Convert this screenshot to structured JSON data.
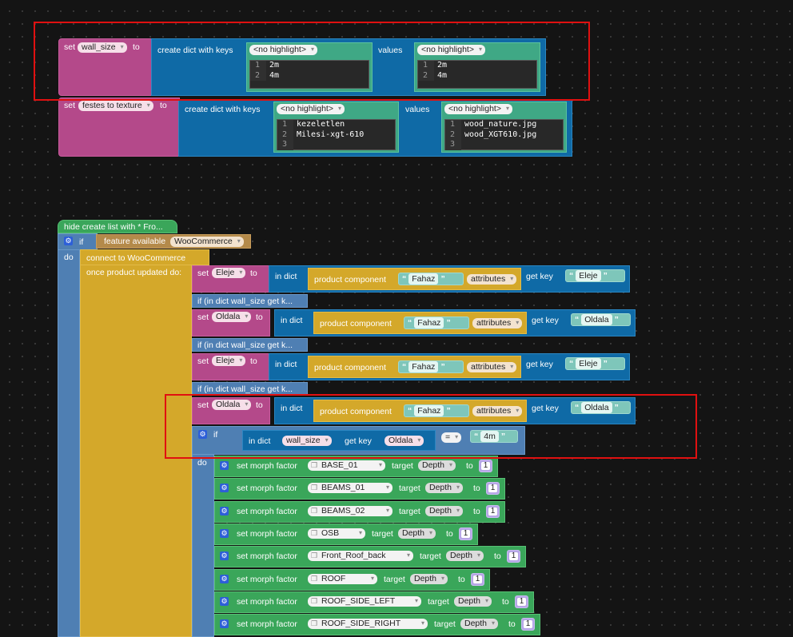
{
  "top_blocks": {
    "set1": {
      "set_label": "set",
      "var": "wall_size",
      "to_label": "to",
      "create_dict": "create dict with keys",
      "highlight": "<no highlight>",
      "keys": [
        "2m",
        "4m"
      ],
      "values_label": "values",
      "values": [
        "2m",
        "4m"
      ]
    },
    "set2": {
      "set_label": "set",
      "var": "festes to texture",
      "to_label": "to",
      "create_dict": "create dict with keys",
      "highlight": "<no highlight>",
      "keys": [
        "kezeletlen",
        "Milesi-xgt-610",
        ""
      ],
      "values_label": "values",
      "values": [
        "wood_nature.jpg",
        "wood_XGT610.jpg",
        ""
      ]
    }
  },
  "main": {
    "hat": "hide create list with * Fro...",
    "if_label": "if",
    "feature_label": "feature available",
    "feature_value": "WooCommerce",
    "do_label": "do",
    "connect_label": "connect to WooCommerce",
    "once_label": "once product updated do:",
    "sets": [
      {
        "var": "Eleje",
        "key": "Eleje"
      },
      {
        "var": "Oldala",
        "key": "Oldala"
      },
      {
        "var": "Eleje",
        "key": "Eleje"
      },
      {
        "var": "Oldala",
        "key": "Oldala"
      }
    ],
    "set_label": "set",
    "to_label": "to",
    "in_dict": "in dict",
    "product_component": "product component",
    "product_name": "Fahaz",
    "attributes": "attributes",
    "get_key": "get key",
    "if_collapsed": "if (in dict wall_size get k...",
    "cond": {
      "if_label": "if",
      "in_dict": "in dict",
      "dict": "wall_size",
      "get_key": "get key",
      "key": "Oldala",
      "op": "=",
      "value": "4m"
    },
    "do2_label": "do",
    "morph_label": "set morph factor",
    "target_label": "target",
    "to2_label": "to",
    "morphs": [
      {
        "name": "BASE_01",
        "target": "Depth",
        "value": "1"
      },
      {
        "name": "BEAMS_01",
        "target": "Depth",
        "value": "1"
      },
      {
        "name": "BEAMS_02",
        "target": "Depth",
        "value": "1"
      },
      {
        "name": "OSB",
        "target": "Depth",
        "value": "1"
      },
      {
        "name": "Front_Roof_back",
        "target": "Depth",
        "value": "1"
      },
      {
        "name": "ROOF",
        "target": "Depth",
        "value": "1"
      },
      {
        "name": "ROOF_SIDE_LEFT",
        "target": "Depth",
        "value": "1"
      },
      {
        "name": "ROOF_SIDE_RIGHT",
        "target": "Depth",
        "value": "1"
      }
    ]
  },
  "colors": {
    "highlight_box": "#e01010",
    "set_block": "#b4498a",
    "dict_block": "#0f6aa6",
    "morph_block": "#3aa65a",
    "event_block": "#d4a82a",
    "if_block": "#4f7fb3"
  }
}
